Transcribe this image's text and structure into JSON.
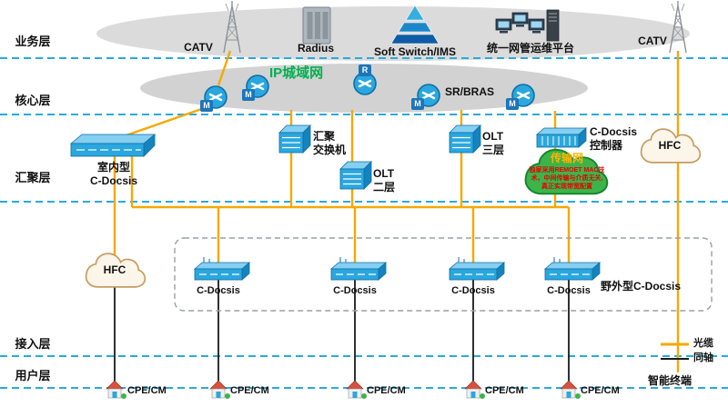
{
  "layers": [
    {
      "label": "业务层"
    },
    {
      "label": "核心层"
    },
    {
      "label": "汇聚层"
    },
    {
      "label": "接入层"
    },
    {
      "label": "用户层"
    }
  ],
  "business": {
    "catv_left": "CATV",
    "radius": "Radius",
    "softswitch": "Soft Switch/IMS",
    "nms": "统一网管运维平台",
    "catv_right": "CATV"
  },
  "core": {
    "title": "IP城域网",
    "sr_bras": "SR/BRAS",
    "tag_r": "R",
    "tag_m": "M"
  },
  "aggregation": {
    "indoor": "室内型\nC-Docsis",
    "agg_switch": "汇聚\n交换机",
    "olt_l2": "OLT\n二层",
    "olt_l3": "OLT\n三层",
    "controller": "C-Docsis\n控制器",
    "transport": "传输网",
    "transport_note": "独家采用REMOET MAC技\n术，中间传输与介质无关,\n真正实现带宽配置",
    "hfc_right": "HFC"
  },
  "access": {
    "hfc_left": "HFC",
    "outdoor_box": "野外型C-Docsis",
    "cdocsis": [
      "C-Docsis",
      "C-Docsis",
      "C-Docsis",
      "C-Docsis"
    ]
  },
  "user": {
    "cpe": [
      "CPE/CM",
      "CPE/CM",
      "CPE/CM",
      "CPE/CM",
      "CPE/CM"
    ],
    "terminal": "智能终端"
  },
  "legend": {
    "optical": "光缆",
    "coax": "同轴"
  },
  "colors": {
    "optical": "#F6A800",
    "coax": "#1A1A1A",
    "layer_line": "#27AAE1",
    "device_blue": "#2AA7DF",
    "core_title_green": "#00B050",
    "transport_cloud_green": "#3CB44A",
    "note_red": "#E60000"
  }
}
